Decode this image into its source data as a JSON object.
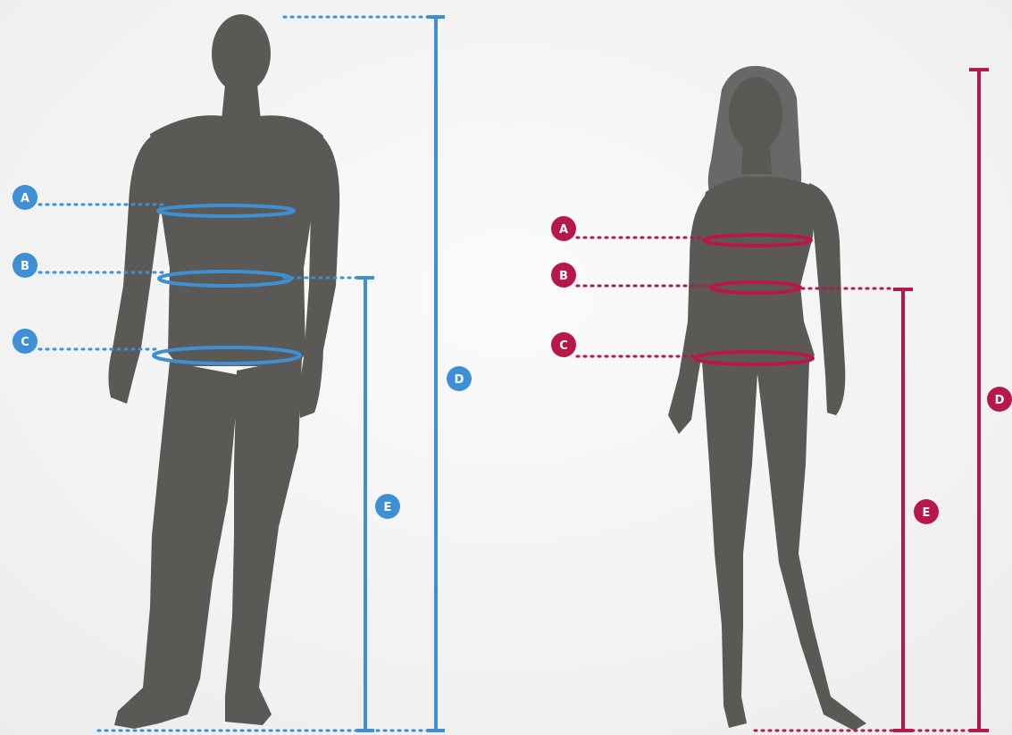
{
  "colors": {
    "male_accent": "#3f8fd4",
    "female_accent": "#b8174a",
    "mannequin": "#5a5956",
    "background": "#f4f4f4"
  },
  "figures": {
    "male": {
      "label_a": "A",
      "label_b": "B",
      "label_c": "C",
      "label_d": "D",
      "label_e": "E"
    },
    "female": {
      "label_a": "A",
      "label_b": "B",
      "label_c": "C",
      "label_d": "D",
      "label_e": "E"
    }
  }
}
